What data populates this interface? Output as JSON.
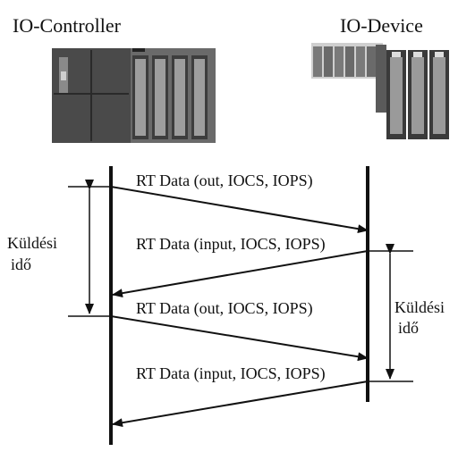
{
  "controller": {
    "label": "IO-Controller",
    "icon": "plc-controller-icon"
  },
  "device": {
    "label": "IO-Device",
    "icon": "io-device-rack-icon"
  },
  "messages": [
    {
      "label": "RT Data (out, IOCS, IOPS)",
      "direction": "controller-to-device"
    },
    {
      "label": "RT Data (input, IOCS, IOPS)",
      "direction": "device-to-controller"
    },
    {
      "label": "RT Data (out, IOCS, IOPS)",
      "direction": "controller-to-device"
    },
    {
      "label": "RT Data (input, IOCS, IOPS)",
      "direction": "device-to-controller"
    }
  ],
  "intervals": {
    "controller": {
      "line1": "Küldési",
      "line2": "idő"
    },
    "device": {
      "line1": "Küldési",
      "line2": "idő"
    }
  },
  "colors": {
    "ink": "#111111",
    "device_dark": "#3a3a3a",
    "device_light": "#9a9a9a"
  }
}
